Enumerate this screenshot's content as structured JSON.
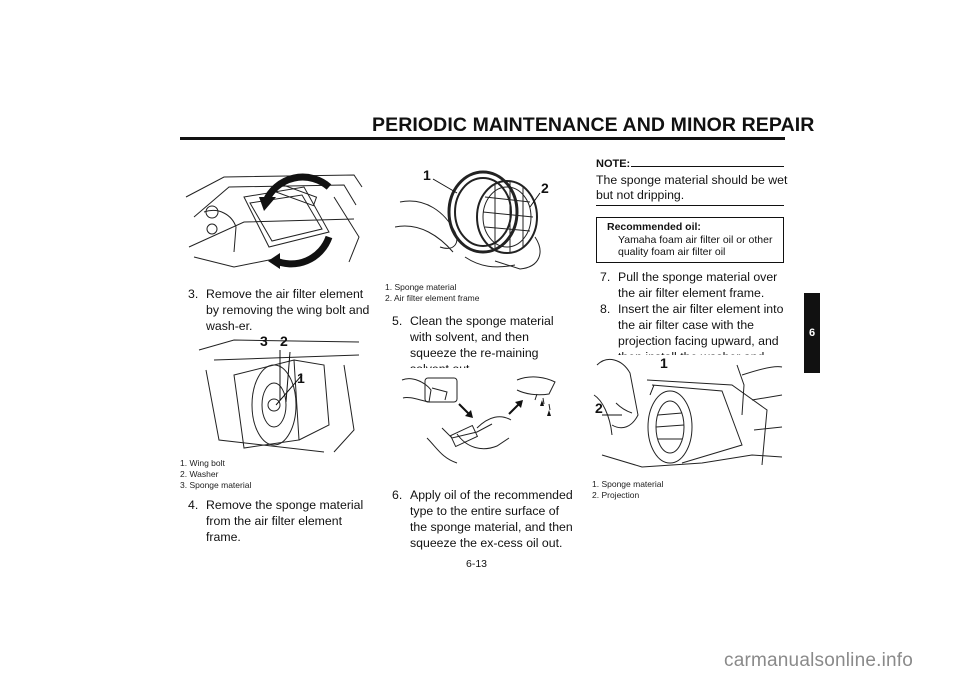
{
  "header": {
    "title": "PERIODIC MAINTENANCE AND MINOR REPAIR"
  },
  "section_tab": "6",
  "col1": {
    "step3": {
      "num": "3.",
      "text": "Remove the air filter element by removing the wing bolt and wash-er."
    },
    "fig2": {
      "labels": [
        "3",
        "2",
        "1"
      ]
    },
    "captions": [
      "1.  Wing bolt",
      "2.  Washer",
      "3.  Sponge material"
    ],
    "step4": {
      "num": "4.",
      "text": "Remove the sponge material from the air filter element frame."
    }
  },
  "col2": {
    "fig1": {
      "labels": [
        "1",
        "2"
      ]
    },
    "captions": [
      "1.  Sponge material",
      "2.  Air filter element frame"
    ],
    "step5": {
      "num": "5.",
      "text": "Clean the sponge material with solvent, and then squeeze the re-maining solvent out."
    },
    "step6": {
      "num": "6.",
      "text": "Apply oil of the recommended type to the entire surface of the sponge material, and then squeeze the ex-cess oil out."
    }
  },
  "col3": {
    "note": {
      "heading": "NOTE:",
      "text": "The sponge material should be wet but not dripping."
    },
    "oil": {
      "heading": "Recommended oil:",
      "text": "Yamaha foam air filter oil or other quality foam air filter oil"
    },
    "step7": {
      "num": "7.",
      "text": "Pull the sponge material over the air filter element frame."
    },
    "step8": {
      "num": "8.",
      "text": "Insert the air filter element into the air filter case with the projection facing upward, and then install the washer and wing bolt."
    },
    "fig": {
      "labels": [
        "1",
        "2"
      ]
    },
    "captions": [
      "1.  Sponge material",
      "2.  Projection"
    ]
  },
  "footer": {
    "page_number": "6-13",
    "watermark": "carmanualsonline.info"
  }
}
